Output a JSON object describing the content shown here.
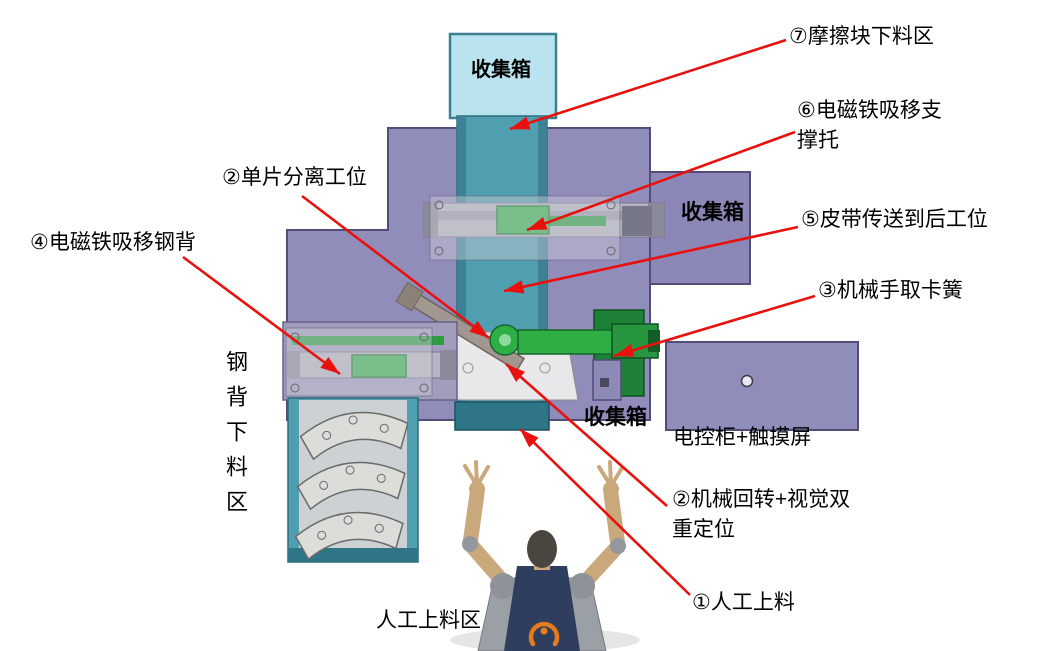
{
  "diagram": {
    "annotations": {
      "friction_unload": "⑦摩擦块下料区",
      "magnet_support": "⑥电磁铁吸移支撑托",
      "belt_transfer": "⑤皮带传送到后工位",
      "gripper_clip": "③机械手取卡簧",
      "separation_station": "②单片分离工位",
      "magnet_steel_back": "④电磁铁吸移钢背",
      "rotation_vision": "②机械回转+视觉双重定位",
      "manual_loading": "①人工上料"
    },
    "area_labels": {
      "collection_box_top": "收集箱",
      "collection_box_right": "收集箱",
      "collection_box_center": "收集箱",
      "steel_back_unload_area": "钢背下料区",
      "control_cabinet": "电控柜+触摸屏",
      "manual_loading_area": "人工上料区"
    },
    "colors": {
      "arrow_red": "#e8110e",
      "plate_purple": "#918dbb",
      "conveyor_teal": "#4f9fb0",
      "collection_cyan": "#b9e3ee",
      "actuator_green": "#2fae45"
    }
  }
}
